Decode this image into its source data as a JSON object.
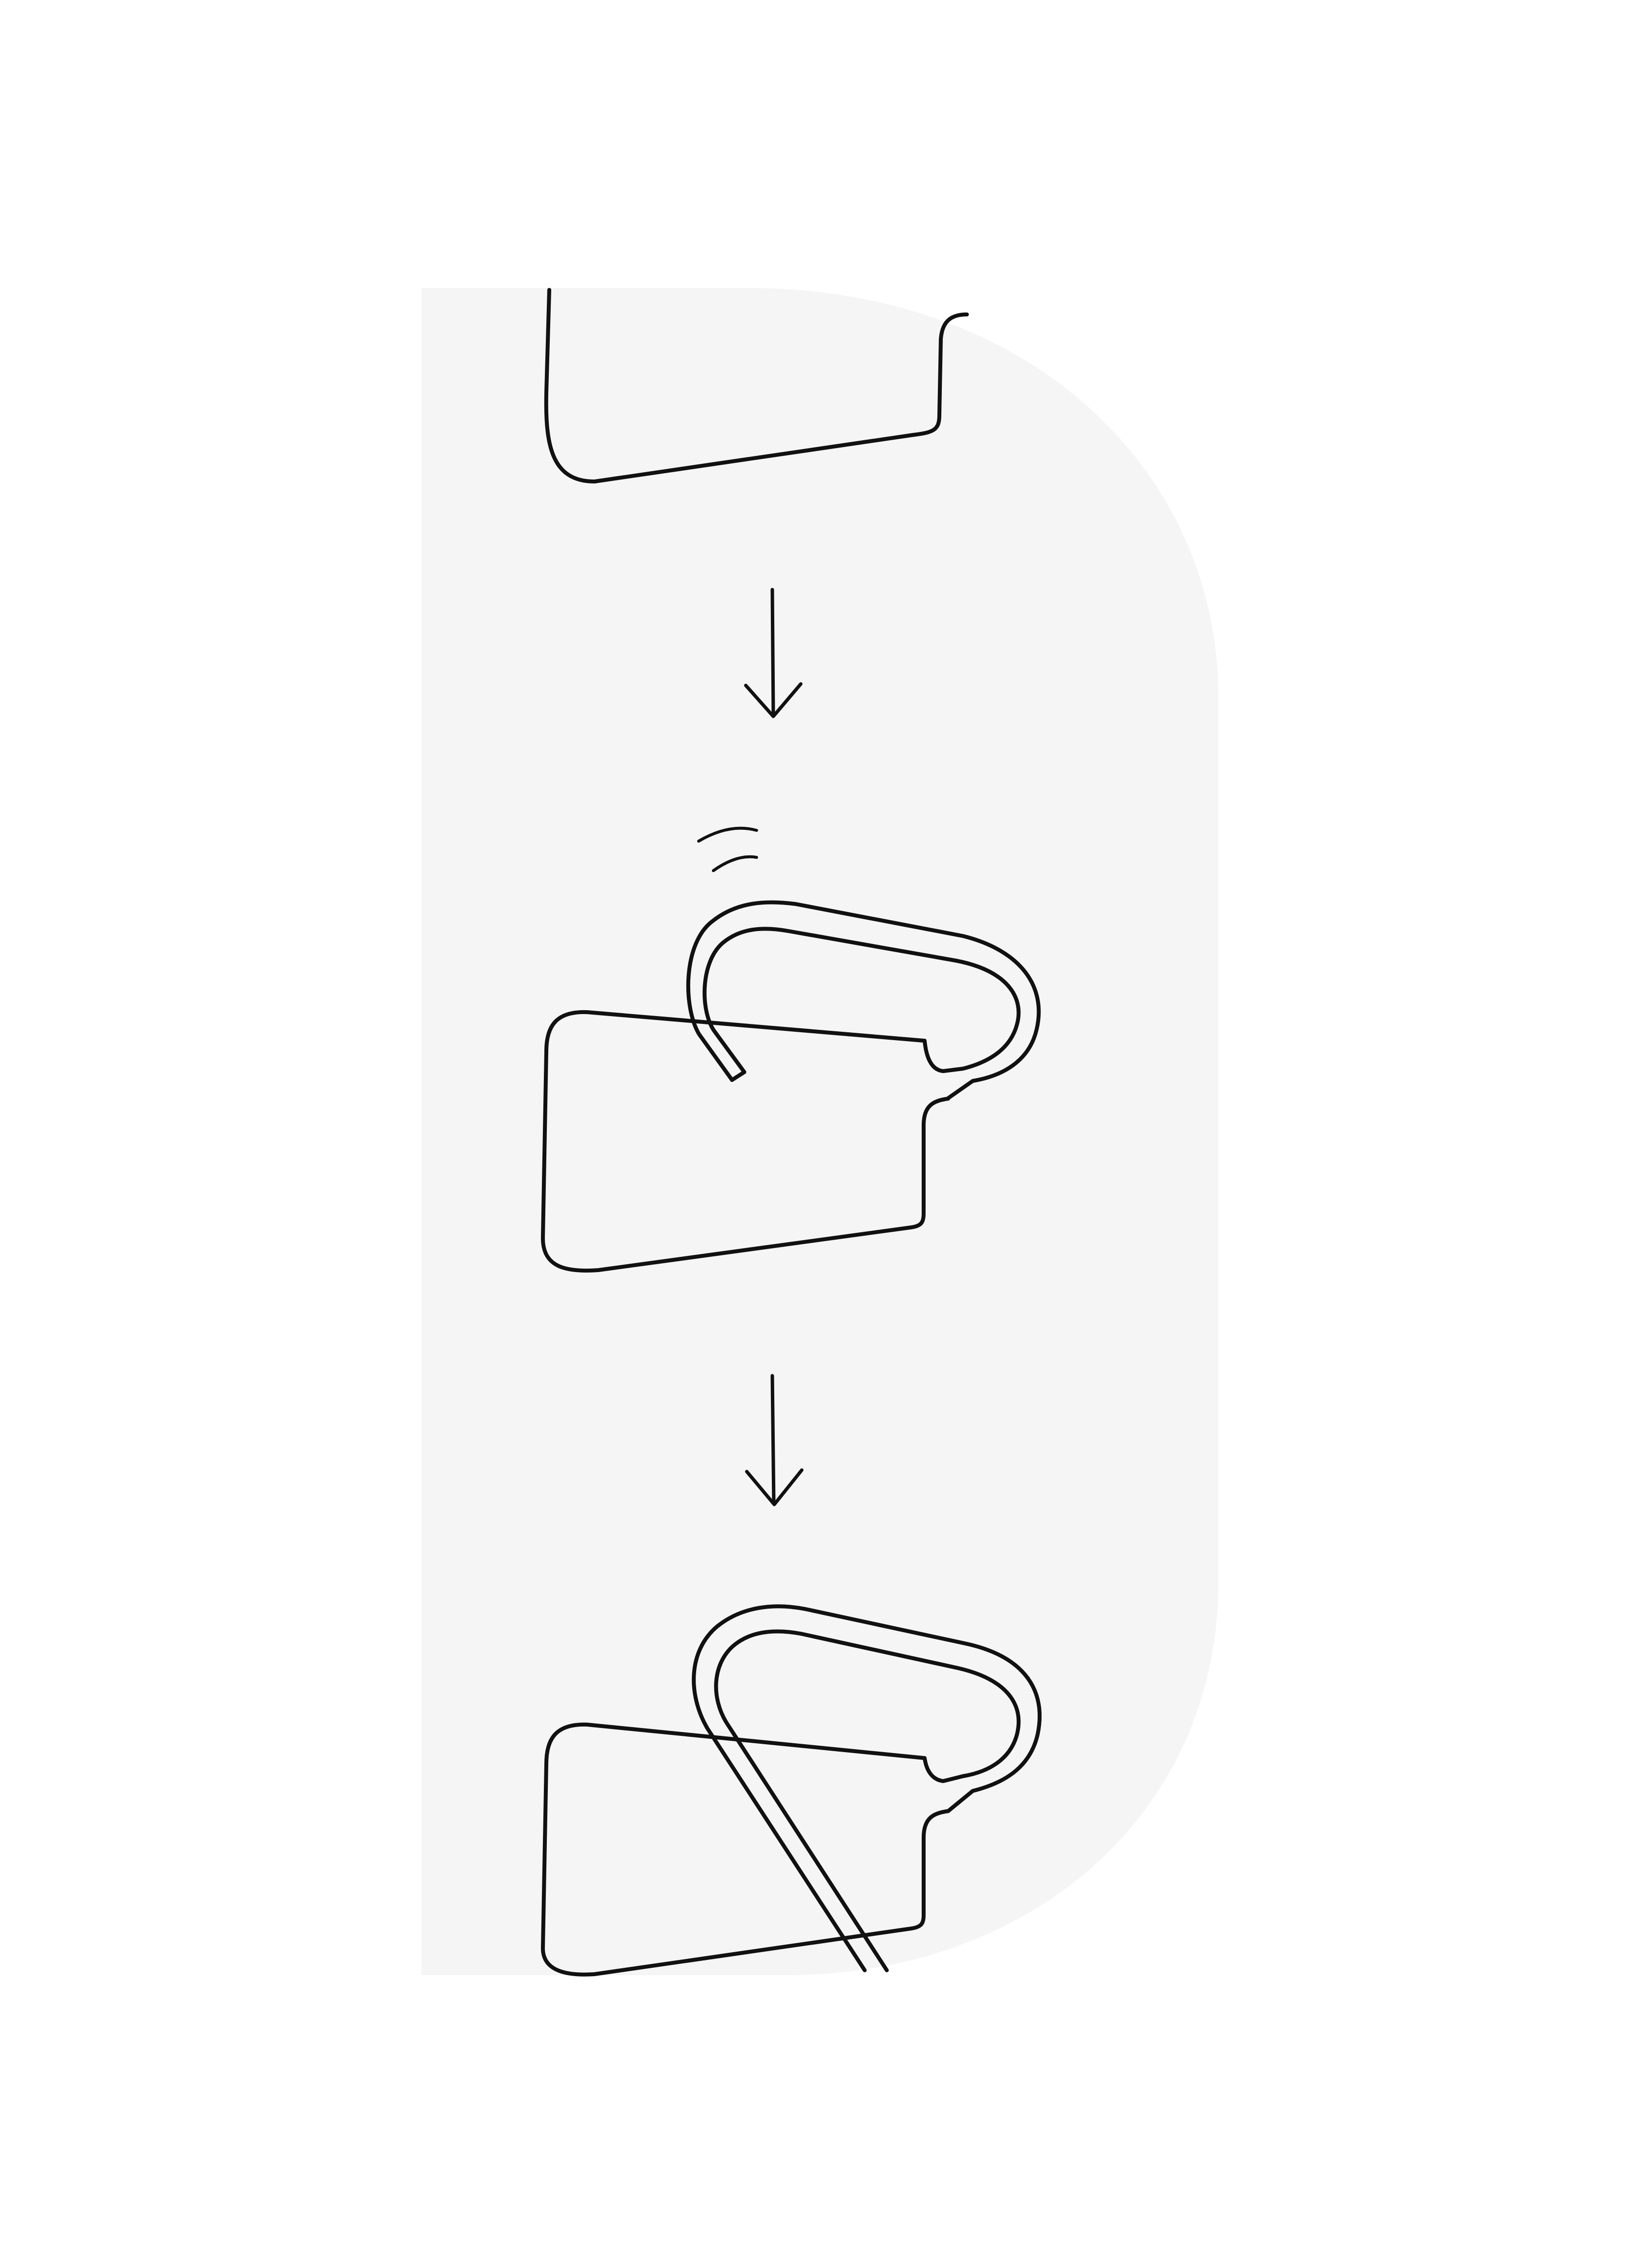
{
  "colors": {
    "page_background": "#ffffff",
    "panel_background": "#f5f5f5",
    "line": "#111111"
  },
  "diagram": {
    "steps": [
      {
        "name": "step-1-tab",
        "icon": "label-tab-icon"
      },
      {
        "name": "step-2-clip-sliding-on",
        "icon": "clip-on-tab-icon"
      },
      {
        "name": "step-3-clip-attached",
        "icon": "clip-attached-icon"
      }
    ],
    "connectors": [
      "down-arrow-icon",
      "down-arrow-icon"
    ]
  }
}
